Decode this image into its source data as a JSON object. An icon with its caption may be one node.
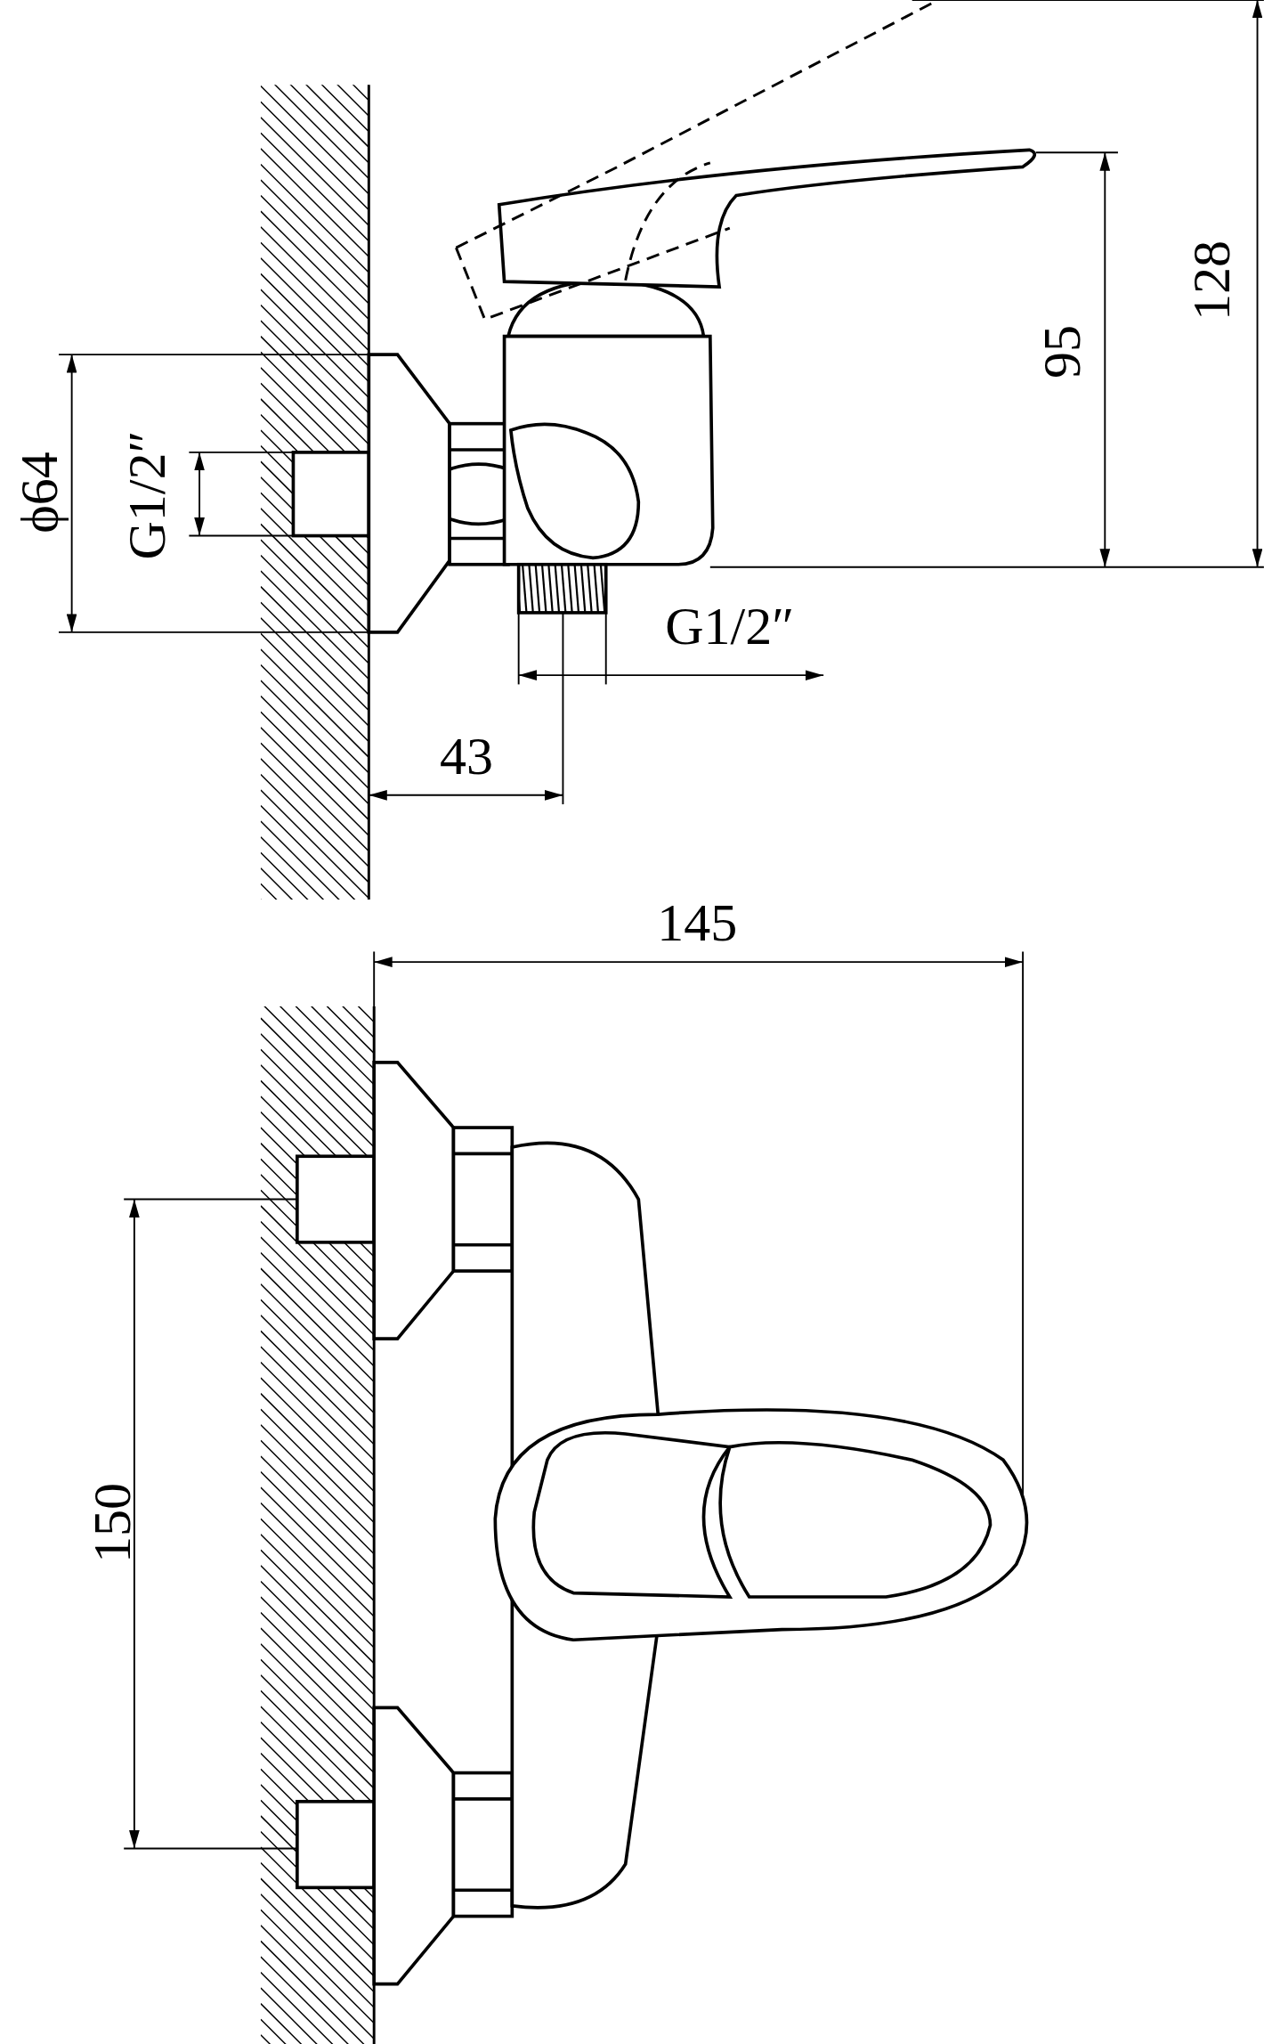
{
  "diagram": {
    "labels": [
      "ϕ64",
      "G1/2″",
      "128",
      "95",
      "G1/2″",
      "43",
      "145",
      "150"
    ]
  }
}
